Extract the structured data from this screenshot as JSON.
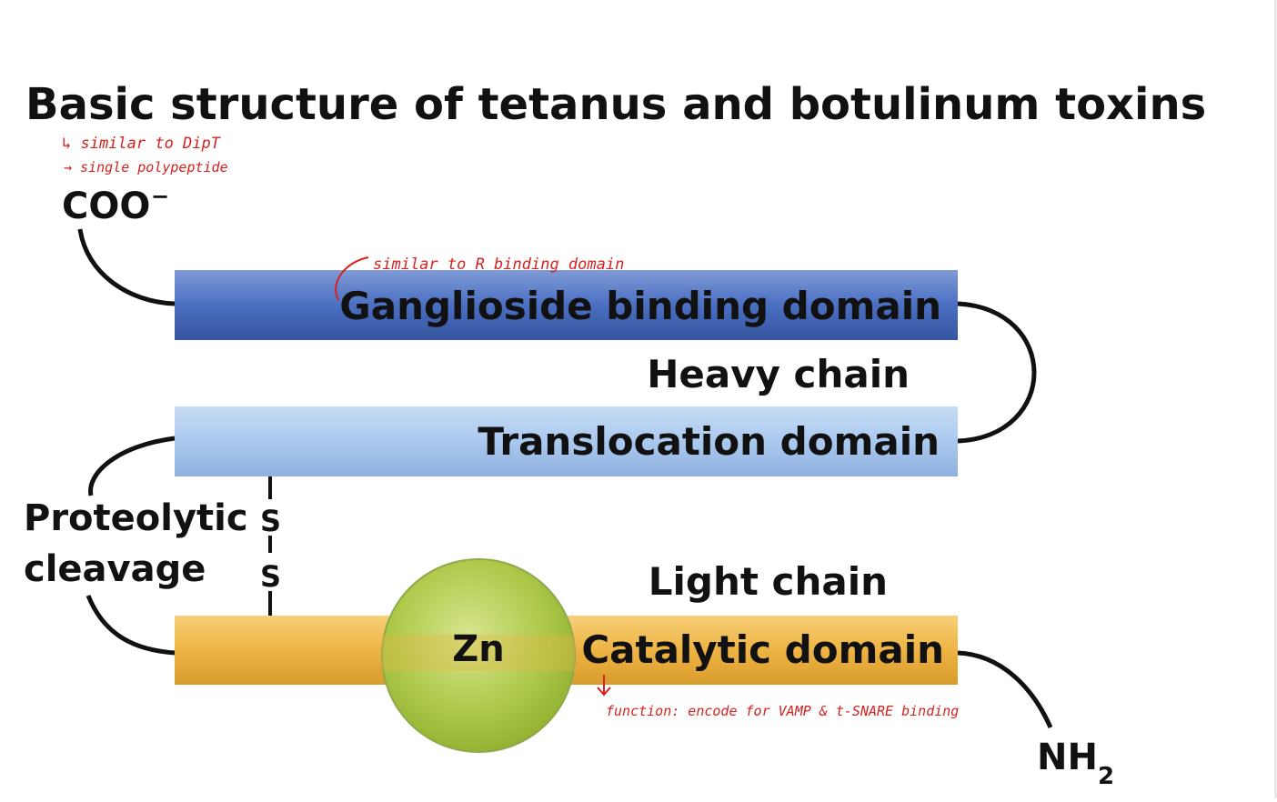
{
  "title": "Basic structure of tetanus and botulinum toxins",
  "terminals": {
    "c_terminus": "COO",
    "c_terminus_charge": "−",
    "n_terminus": "NH",
    "n_terminus_sub": "2"
  },
  "domains": {
    "ganglioside": "Ganglioside binding domain",
    "translocation": "Translocation domain",
    "catalytic": "Catalytic domain"
  },
  "chains": {
    "heavy": "Heavy chain",
    "light": "Light chain"
  },
  "cleavage": {
    "line1": "Proteolytic",
    "line2": "cleavage"
  },
  "disulfide": {
    "s1": "S",
    "s2": "S"
  },
  "zinc": "Zn",
  "annotations": {
    "note1_line1": "↳ similar to DipT",
    "note1_line2": "→ single polypeptide",
    "note2": "similar to R binding domain",
    "note3": "function: encode for VAMP & t-SNARE binding"
  },
  "colors": {
    "ganglioside_bar": "#4f73c4",
    "translocation_bar": "#a9c8ee",
    "catalytic_bar": "#eeb443",
    "zinc_sphere": "#a9c43c",
    "annotation_ink": "#d6221e"
  }
}
